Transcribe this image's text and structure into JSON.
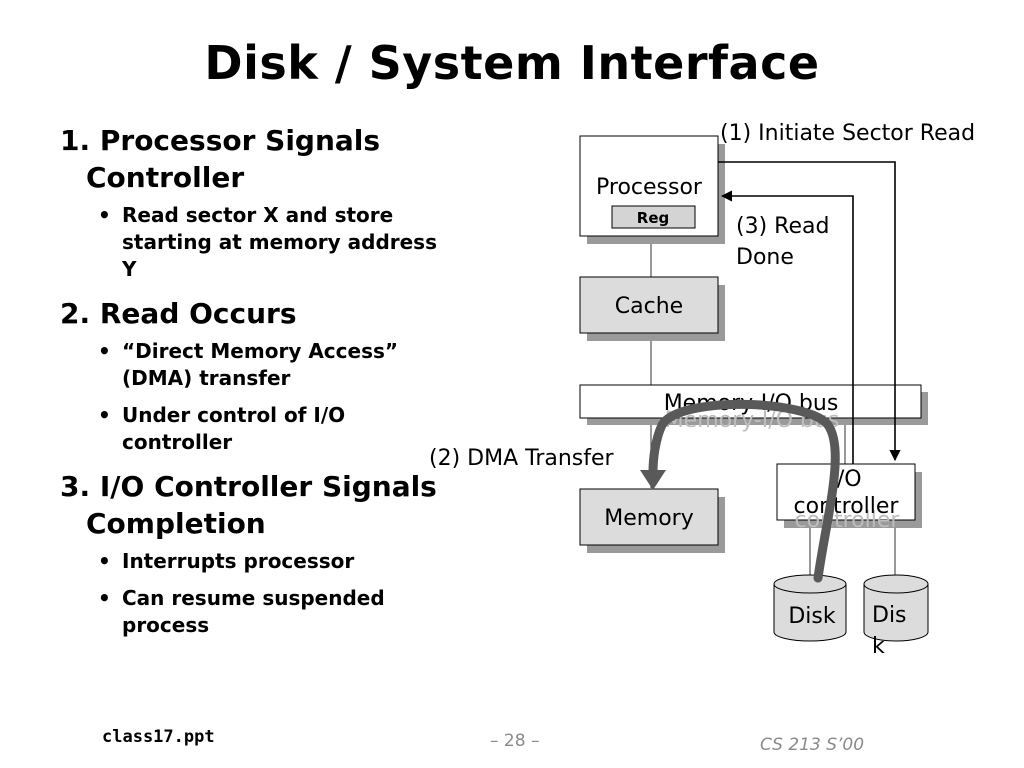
{
  "title": "Disk / System Interface",
  "outline": [
    {
      "label": "1. Processor Signals Controller",
      "bullets": [
        "Read sector X and store starting at memory address Y"
      ]
    },
    {
      "label": "2. Read Occurs",
      "bullets": [
        "“Direct Memory Access” (DMA) transfer",
        "Under control of I/O controller"
      ]
    },
    {
      "label": "3. I/O Controller Signals Completion",
      "bullets": [
        "Interrupts processor",
        "Can resume suspended process"
      ]
    }
  ],
  "diagram": {
    "processor": "Processor",
    "reg": "Reg",
    "cache": "Cache",
    "bus": "Memory-I/O bus",
    "memory": "Memory",
    "io_controller_line1": "I/O",
    "io_controller_line2": "controller",
    "disk1": "Disk",
    "disk2_line1": "Dis",
    "disk2_line2": "k",
    "step1": "(1) Initiate Sector Read",
    "step2": "(2) DMA Transfer",
    "step3_line1": "(3) Read",
    "step3_line2": "Done",
    "bus_shadow": "Memory-I/O bus",
    "io_shadow": "controller"
  },
  "footer": {
    "file": "class17.ppt",
    "page": "– 28 –",
    "course": "CS 213 S’00"
  }
}
